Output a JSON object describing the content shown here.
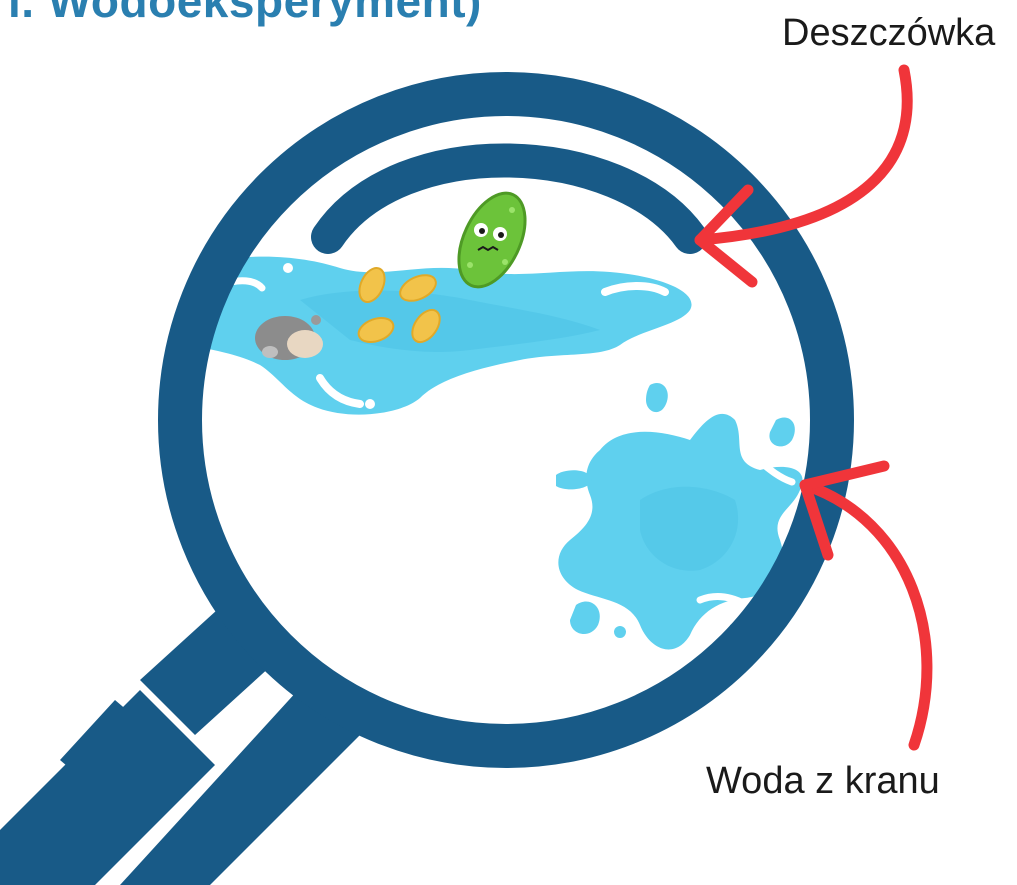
{
  "header": {
    "title": "i. Wodoeksperyment)"
  },
  "labels": {
    "rainwater": "Deszczówka",
    "tap_water": "Woda z kranu"
  },
  "colors": {
    "magnifier": "#185a87",
    "water_light": "#5fd0ee",
    "water_mid": "#35b6dc",
    "arrow": "#f0353a",
    "bacteria_green": "#6cc33a",
    "bacteria_yellow": "#f2c34a",
    "title": "#2a7fb0"
  },
  "icons": [
    "magnifying-glass-icon",
    "bacteria-icon",
    "water-splash-icon",
    "arrow-icon"
  ]
}
